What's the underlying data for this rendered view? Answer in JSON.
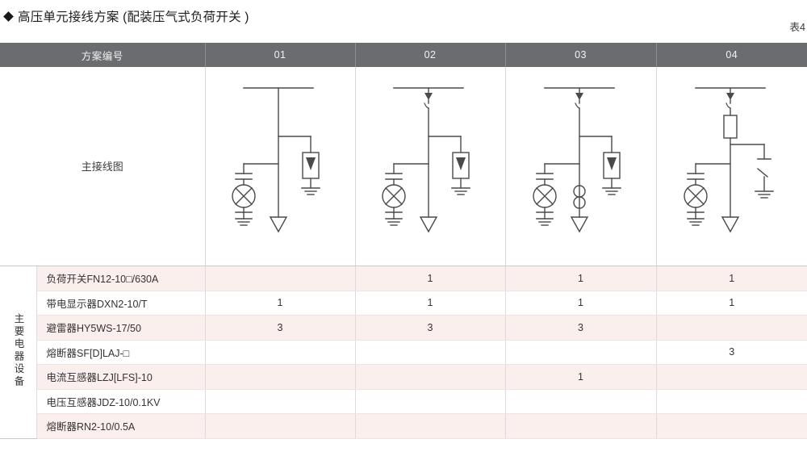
{
  "page": {
    "title": "高压单元接线方案 (配装压气式负荷开关 )",
    "bullet_icon": "diamond-bullet",
    "table_number": "表4"
  },
  "table": {
    "header": {
      "row_label": "方案编号",
      "schemes": [
        "01",
        "02",
        "03",
        "04"
      ]
    },
    "diagram_row": {
      "label": "主接线图",
      "diagrams": [
        {
          "scheme": "01",
          "components": [
            "busbar",
            "arrester",
            "voltage-indicator",
            "outgoing-arrow"
          ]
        },
        {
          "scheme": "02",
          "components": [
            "busbar",
            "load-switch",
            "arrester",
            "voltage-indicator",
            "outgoing-arrow"
          ]
        },
        {
          "scheme": "03",
          "components": [
            "busbar",
            "load-switch",
            "current-transformer",
            "arrester",
            "voltage-indicator",
            "outgoing-arrow"
          ]
        },
        {
          "scheme": "04",
          "components": [
            "busbar",
            "load-switch",
            "fuse",
            "earthing-switch",
            "voltage-indicator",
            "outgoing-arrow"
          ]
        }
      ]
    },
    "group_label": "主要电器设备",
    "rows": [
      {
        "name": "负荷开关FN12-10□/630A",
        "values": [
          "",
          "1",
          "1",
          "1"
        ]
      },
      {
        "name": "带电显示器DXN2-10/T",
        "values": [
          "1",
          "1",
          "1",
          "1"
        ]
      },
      {
        "name": "避雷器HY5WS-17/50",
        "values": [
          "3",
          "3",
          "3",
          ""
        ]
      },
      {
        "name": "熔断器SF[D]LAJ-□",
        "values": [
          "",
          "",
          "",
          "3"
        ]
      },
      {
        "name": "电流互感器LZJ[LFS]-10",
        "values": [
          "",
          "",
          "1",
          ""
        ]
      },
      {
        "name": "电压互感器JDZ-10/0.1KV",
        "values": [
          "",
          "",
          "",
          ""
        ]
      },
      {
        "name": "熔断器RN2-10/0.5A",
        "values": [
          "",
          "",
          "",
          ""
        ]
      }
    ]
  },
  "colors": {
    "header_bg": "#6b6c70",
    "row_pink": "#fbefed",
    "row_white": "#ffffff",
    "text": "#333333",
    "line": "#555555"
  }
}
